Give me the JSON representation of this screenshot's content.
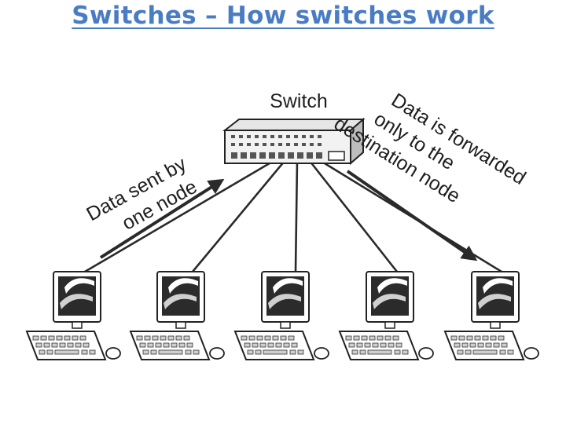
{
  "slide": {
    "title": "Switches – How switches work"
  },
  "diagram": {
    "switch_label": "Switch",
    "left_caption": [
      "Data sent by",
      "one node"
    ],
    "right_caption": [
      "Data is forwarded",
      "only to the",
      "destination node"
    ]
  }
}
